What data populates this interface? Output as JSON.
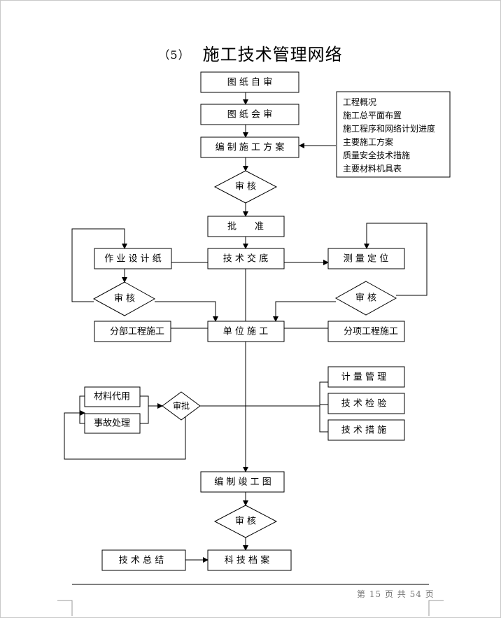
{
  "title": {
    "number": "（5）",
    "text": "施工技术管理网络"
  },
  "nodes": {
    "review_drawings": "图 纸 自 审",
    "joint_review": "图 纸 会 审",
    "prepare_plan": "编 制 施 工 方 案",
    "audit1": "审 核",
    "approve": "批　　准",
    "tech_briefing": "技 术 交 底",
    "work_drawing": "作 业 设 计 纸",
    "survey_position": "测 量 定 位",
    "audit_left": "审 核",
    "audit_right": "审 核",
    "sub_division": "分部工程施工",
    "unit_construction": "单 位 施 工",
    "sub_item": "分项工程施工",
    "material_sub": "材料代用",
    "accident": "事故处理",
    "approval": "审批",
    "metering": "计 量 管 理",
    "inspection": "技 术 检 验",
    "measures": "技 术 措 施",
    "as_built": "编 制 竣 工 图",
    "audit_final": "审 核",
    "tech_summary": "技 术 总 结",
    "archive": "科 技 档 案"
  },
  "plan_contents": [
    "工程概况",
    "施工总平面布置",
    "施工程序和网络计划进度",
    "主要施工方案",
    "质量安全技术措施",
    "主要材料机具表"
  ],
  "footer": {
    "prefix": "第",
    "page": "15",
    "mid": "页 共",
    "total": "54",
    "suffix": "页"
  }
}
